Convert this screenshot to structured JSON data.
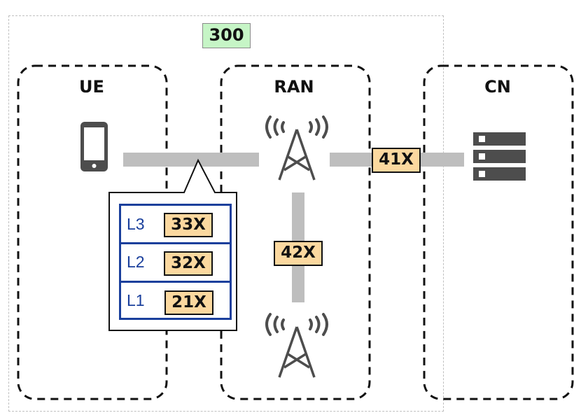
{
  "diagram": {
    "group_label": "300",
    "domains": [
      {
        "id": "ue",
        "title": "UE",
        "icon": "smartphone-icon"
      },
      {
        "id": "ran",
        "title": "RAN",
        "icon": "cell-tower-icon"
      },
      {
        "id": "cn",
        "title": "CN",
        "icon": "server-icon"
      }
    ],
    "links": [
      {
        "id": "ue-ran",
        "from": "UE",
        "to": "RAN",
        "label": null
      },
      {
        "id": "ran-cn",
        "from": "RAN",
        "to": "CN",
        "label": "41X"
      },
      {
        "id": "ran-ran",
        "from": "RAN",
        "to": "RAN",
        "label": "42X"
      }
    ],
    "callout": {
      "attached_to": "ue-ran",
      "layers": [
        {
          "name": "L3",
          "label": "33X"
        },
        {
          "name": "L2",
          "label": "32X"
        },
        {
          "name": "L1",
          "label": "21X"
        }
      ]
    },
    "colors": {
      "group_label_bg": "#c6f5c6",
      "interface_label_bg": "#fbd89f",
      "layer_stack_border": "#1a3f9c",
      "link": "#bebebe",
      "icon": "#4d4d4d"
    }
  }
}
